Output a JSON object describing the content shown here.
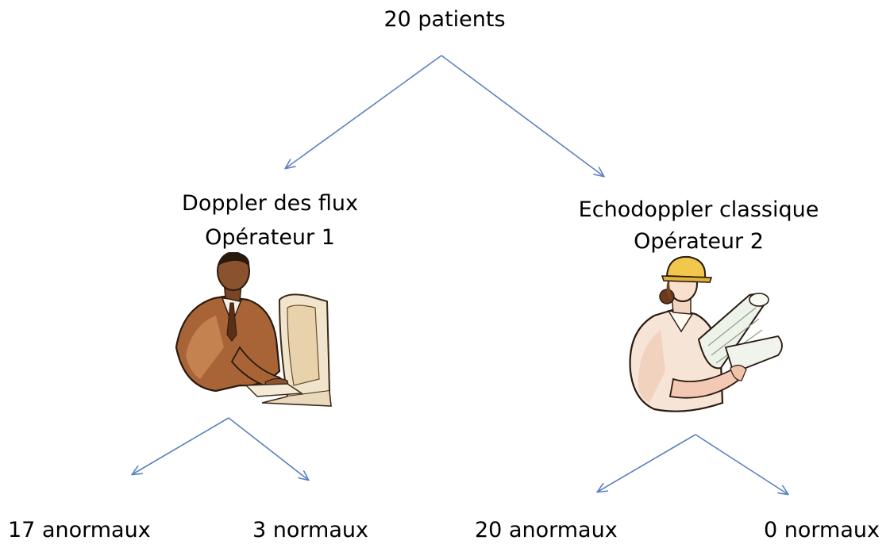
{
  "diagram": {
    "root_label": "20 patients",
    "branches": [
      {
        "method": "Doppler des flux",
        "operator": "Opérateur 1",
        "figure_icon": "man-at-computer-icon",
        "outcomes": [
          "17 anormaux",
          "3 normaux"
        ]
      },
      {
        "method": "Echodoppler classique",
        "operator": "Opérateur 2",
        "figure_icon": "woman-with-plans-icon",
        "outcomes": [
          "20 anormaux",
          "0 normaux"
        ]
      }
    ],
    "colors": {
      "arrow": "#5b82c0",
      "text": "#000000"
    }
  }
}
